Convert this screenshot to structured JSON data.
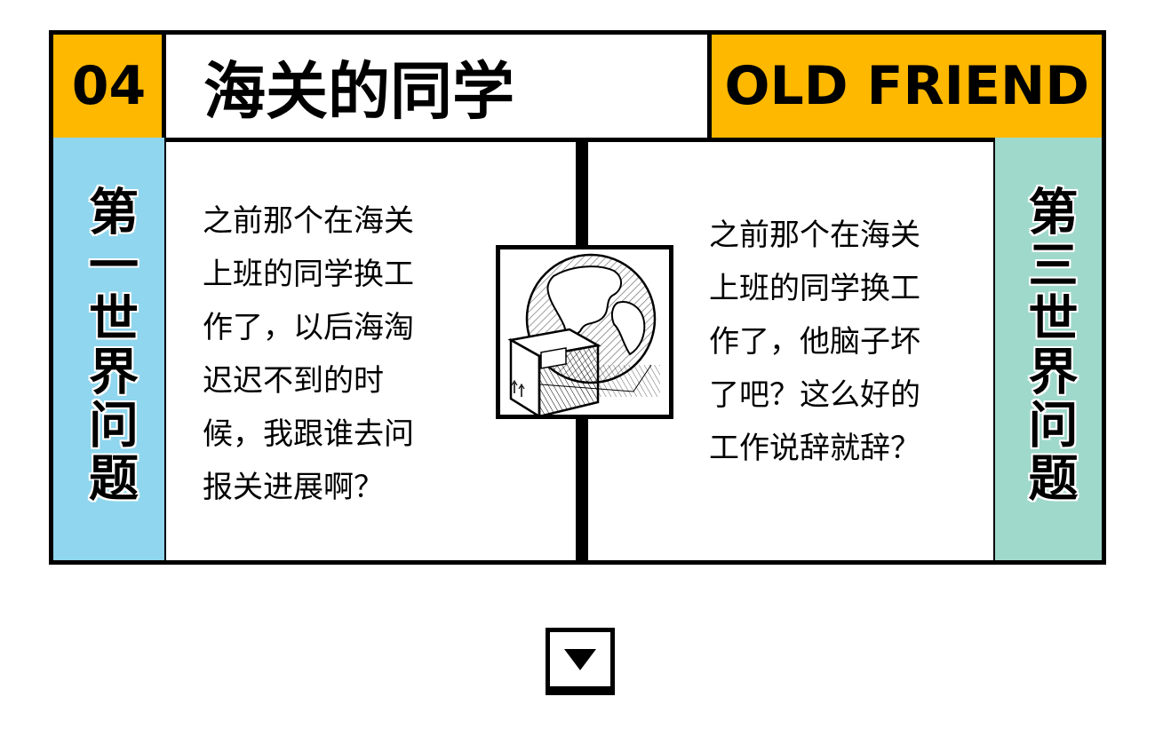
{
  "header": {
    "number": "04",
    "title": "海关的同学",
    "english_title": "OLD FRIEND"
  },
  "left_panel": {
    "side_label": "第一世界问题",
    "text": "之前那个在海关\n上班的同学换工\n作了，以后海淘\n迟迟不到的时\n候，我跟谁去问\n报关进展啊？"
  },
  "right_panel": {
    "side_label": "第三世界问题",
    "text": "之前那个在海关\n上班的同学换工\n作了，他脑子坏\n了吧？这么好的\n工作说辞就辞？"
  },
  "center_illustration": {
    "icon": "globe-with-package-icon"
  },
  "next_button": {
    "icon": "triangle-down-icon"
  },
  "colors": {
    "yellow": "#FFB800",
    "blue": "#8FD6EE",
    "green": "#9FD9CB",
    "ink": "#000000"
  }
}
